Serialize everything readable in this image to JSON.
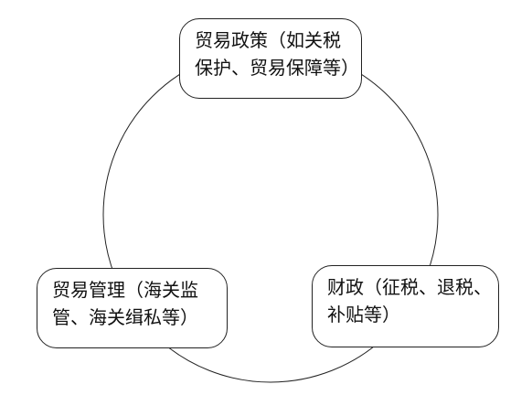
{
  "diagram": {
    "nodes": [
      {
        "id": "trade-policy",
        "lines": [
          "贸易政策（如关税",
          "保护、贸易保障等）"
        ]
      },
      {
        "id": "trade-management",
        "lines": [
          "贸易管理（海关监",
          "管、海关缉私等）"
        ]
      },
      {
        "id": "finance",
        "lines": [
          "财政（征税、退税、",
          "补贴等）"
        ]
      }
    ],
    "connector": {
      "type": "circle",
      "stroke": "#222222",
      "fill": "none"
    }
  },
  "colors": {
    "background": "#ffffff",
    "node_border": "#222222",
    "text": "#111111"
  }
}
